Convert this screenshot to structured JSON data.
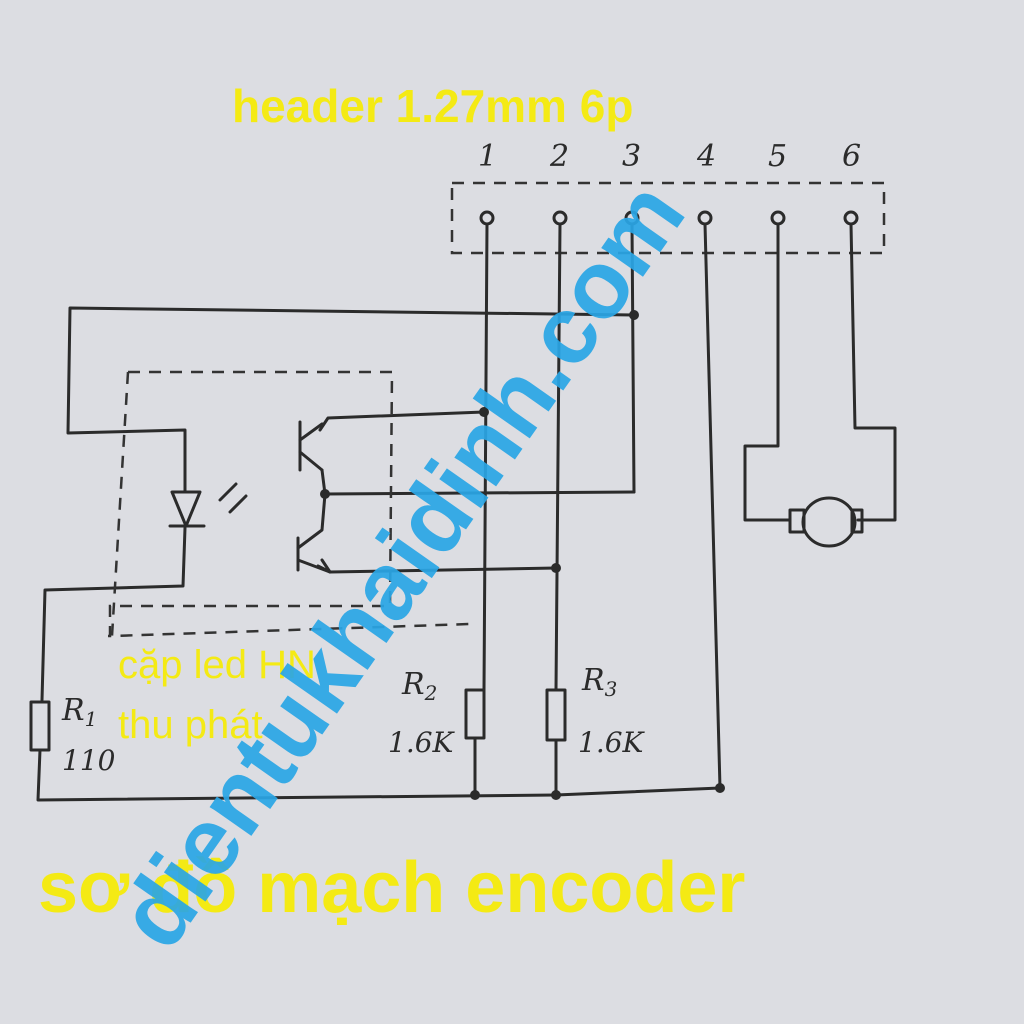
{
  "title": "header 1.27mm 6p",
  "footer": "sơ đồ mạch encoder",
  "pins": [
    "1",
    "2",
    "3",
    "4",
    "5",
    "6"
  ],
  "led_pair_label": {
    "line1": "cặp led HN",
    "line2": "thu phát"
  },
  "resistors": {
    "r1": {
      "name": "R",
      "sub": "1",
      "value": "110"
    },
    "r2": {
      "name": "R",
      "sub": "2",
      "value": "1.6K"
    },
    "r3": {
      "name": "R",
      "sub": "3",
      "value": "1.6K"
    }
  },
  "watermark": "dientukhaidinh.com",
  "colors": {
    "paper": "#dcdde2",
    "ink": "#2b2b2b",
    "label_yellow": "#f4ea14",
    "watermark_blue": "#2aa6e6"
  }
}
